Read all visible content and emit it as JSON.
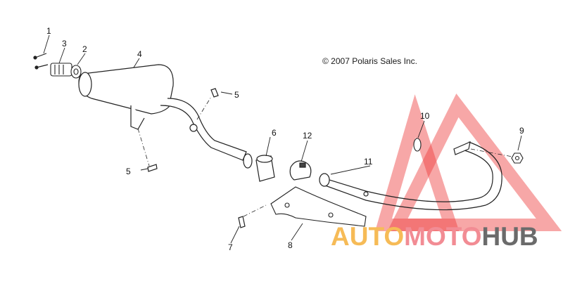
{
  "copyright": "© 2007 Polaris Sales Inc.",
  "callouts": [
    {
      "id": "1",
      "text": "1"
    },
    {
      "id": "2",
      "text": "2"
    },
    {
      "id": "3",
      "text": "3"
    },
    {
      "id": "4",
      "text": "4"
    },
    {
      "id": "5a",
      "text": "5"
    },
    {
      "id": "5b",
      "text": "5"
    },
    {
      "id": "6",
      "text": "6"
    },
    {
      "id": "7",
      "text": "7"
    },
    {
      "id": "8",
      "text": "8"
    },
    {
      "id": "9",
      "text": "9"
    },
    {
      "id": "10",
      "text": "10"
    },
    {
      "id": "11",
      "text": "11"
    },
    {
      "id": "12",
      "text": "12"
    }
  ],
  "watermark": {
    "part1": "AUTO",
    "part2": "MOTO",
    "part3": "HUB",
    "colors": {
      "part1": "#f6bb57",
      "part2": "#f28c94",
      "part3": "#6b6b6b",
      "triangle": "#ee3b3b"
    }
  }
}
